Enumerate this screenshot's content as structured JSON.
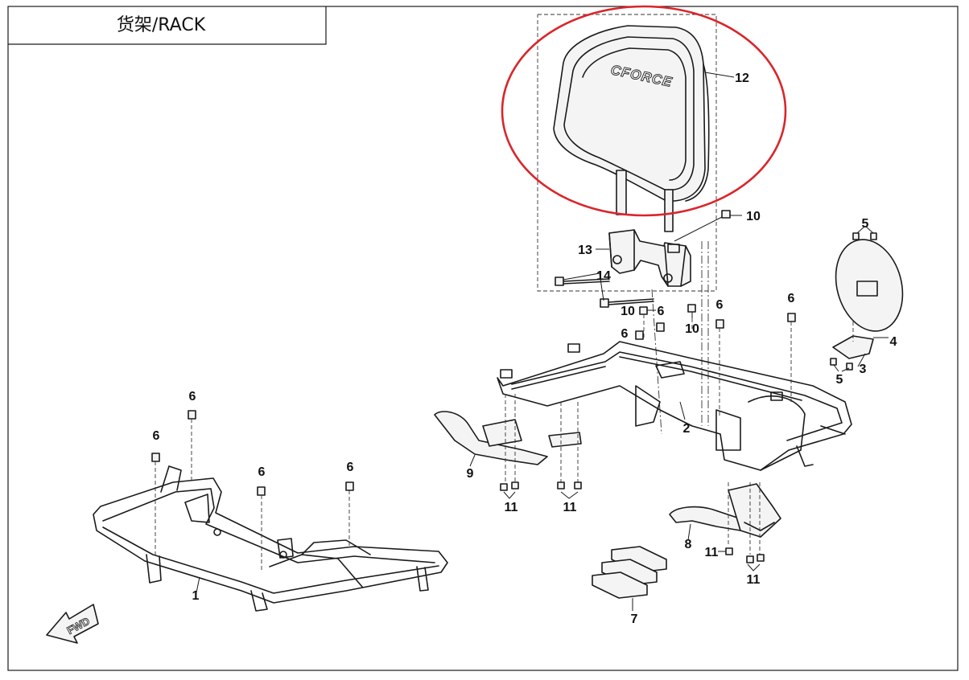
{
  "title": "货架/RACK",
  "brand_logo_text": "CFORCE",
  "fwd_label": "FWD",
  "highlight_color": "#d9262b",
  "callouts": [
    {
      "id": "c1",
      "label": "1"
    },
    {
      "id": "c2",
      "label": "2"
    },
    {
      "id": "c3",
      "label": "3"
    },
    {
      "id": "c4",
      "label": "4"
    },
    {
      "id": "c5a",
      "label": "5"
    },
    {
      "id": "c5b",
      "label": "5"
    },
    {
      "id": "c6a",
      "label": "6"
    },
    {
      "id": "c6b",
      "label": "6"
    },
    {
      "id": "c6c",
      "label": "6"
    },
    {
      "id": "c6d",
      "label": "6"
    },
    {
      "id": "c6e",
      "label": "6"
    },
    {
      "id": "c6f",
      "label": "6"
    },
    {
      "id": "c6g",
      "label": "6"
    },
    {
      "id": "c6h",
      "label": "6"
    },
    {
      "id": "c7",
      "label": "7"
    },
    {
      "id": "c8",
      "label": "8"
    },
    {
      "id": "c9",
      "label": "9"
    },
    {
      "id": "c10a",
      "label": "10"
    },
    {
      "id": "c10b",
      "label": "10"
    },
    {
      "id": "c10c",
      "label": "10"
    },
    {
      "id": "c11a",
      "label": "11"
    },
    {
      "id": "c11b",
      "label": "11"
    },
    {
      "id": "c11c",
      "label": "11"
    },
    {
      "id": "c11d",
      "label": "11"
    },
    {
      "id": "c12",
      "label": "12"
    },
    {
      "id": "c13",
      "label": "13"
    },
    {
      "id": "c14",
      "label": "14"
    }
  ]
}
